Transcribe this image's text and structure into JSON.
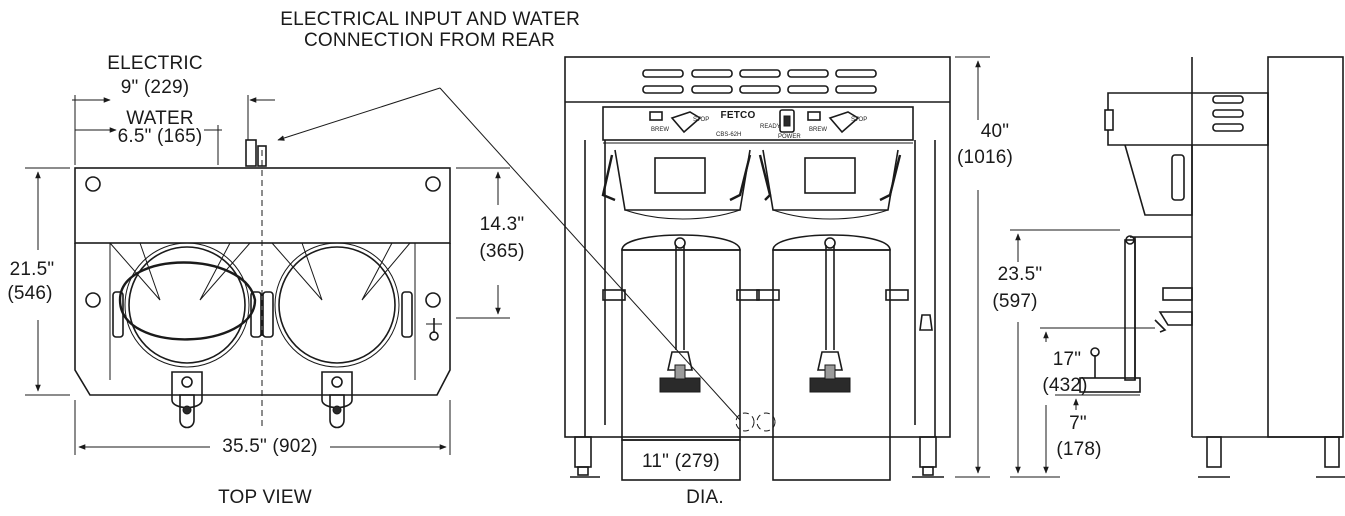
{
  "header": {
    "rear_connection_line1": "ELECTRICAL INPUT AND WATER",
    "rear_connection_line2": "CONNECTION FROM REAR"
  },
  "top_view": {
    "electric_label": "ELECTRIC",
    "electric_dim": "9\" (229)",
    "water_label": "WATER",
    "water_dim": "6.5\" (165)",
    "depth_in": "21.5\"",
    "depth_mm": "(546)",
    "housing_in": "14.3\"",
    "housing_mm": "(365)",
    "width_dim": "35.5\" (902)",
    "caption": "TOP VIEW"
  },
  "front_view": {
    "brand": "FETCO",
    "model": "CBS-62H",
    "height_in": "40\"",
    "height_mm": "(1016)",
    "dia_dim": "11\" (279)",
    "dia_label": "DIA.",
    "panel_left_btn": "BREW",
    "panel_right_btn": "BREW",
    "panel_stop": "STOP",
    "panel_ready": "READY",
    "panel_power": "POWER"
  },
  "side_view": {
    "h1_in": "23.5\"",
    "h1_mm": "(597)",
    "h2_in": "17\"",
    "h2_mm": "(432)",
    "h3_in": "7\"",
    "h3_mm": "(178)"
  }
}
